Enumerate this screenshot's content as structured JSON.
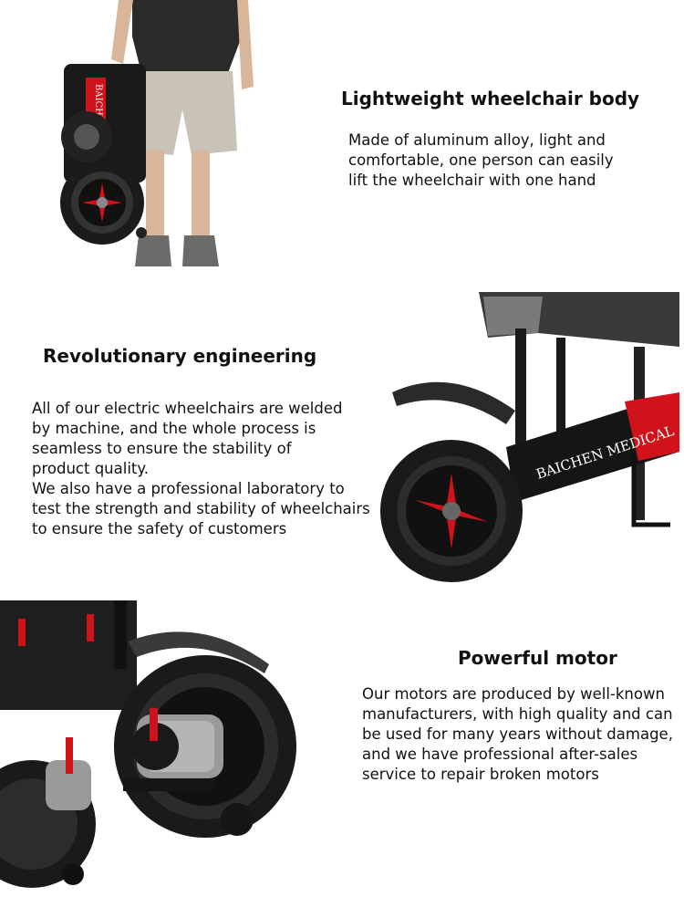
{
  "sections": [
    {
      "heading": "Lightweight wheelchair body",
      "lines": [
        "Made of aluminum alloy, light and",
        "comfortable, one person can easily",
        "lift the wheelchair with one hand"
      ]
    },
    {
      "heading": "Revolutionary engineering",
      "lines": [
        "All of our electric wheelchairs are welded",
        "by machine, and the whole process is",
        "seamless to ensure the stability of",
        "product quality.",
        "We also have a professional laboratory to",
        "test the strength and stability of wheelchairs",
        "to ensure the safety of customers"
      ],
      "brand_label": "BAICHEN MEDICAL"
    },
    {
      "heading": "Powerful motor",
      "lines": [
        "Our motors are produced by well-known",
        "manufacturers, with high quality and can",
        "be used for many years without damage,",
        "and we have professional after-sales",
        "service to repair broken motors"
      ]
    }
  ],
  "folded_chair_label": "BAICHEN",
  "colors": {
    "accent_red": "#d0121b",
    "frame_black": "#1a1a1a",
    "text": "#111111"
  }
}
